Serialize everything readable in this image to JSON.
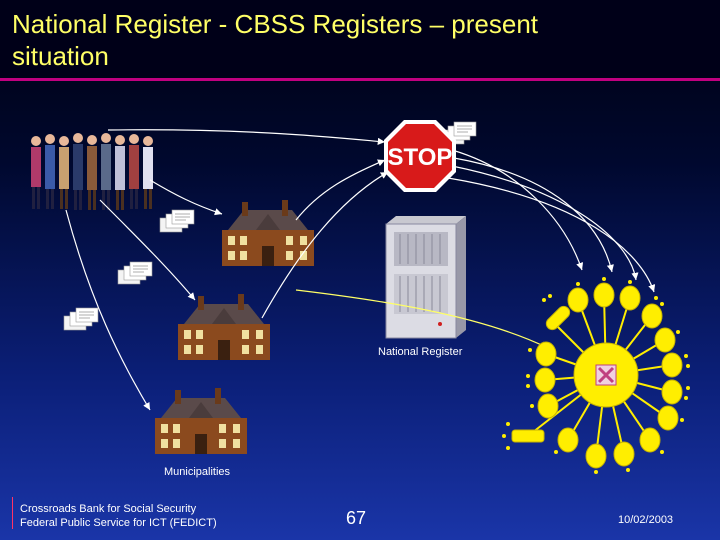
{
  "title": "National Register - CBSS Registers – present situation",
  "stop_sign": {
    "text": "STOP"
  },
  "labels": {
    "national_register": "National Register",
    "municipalities": "Municipalities"
  },
  "footer": {
    "org_line1": "Crossroads Bank for Social Security",
    "org_line2": "Federal Public Service for ICT (FEDICT)",
    "page_number": "67",
    "date": "10/02/2003"
  },
  "colors": {
    "title": "#ffff66",
    "accent_rule": "#c00080",
    "stop_red": "#d81a1a",
    "cbss_yellow": "#ffee00",
    "house_brown": "#8b4a1e",
    "roof": "#5a4a4a",
    "arrow": "#ffffff"
  },
  "icons": [
    "people-group-icon",
    "document-stack-icon",
    "house-icon",
    "server-icon",
    "stop-sign-icon",
    "cbss-network-icon"
  ]
}
